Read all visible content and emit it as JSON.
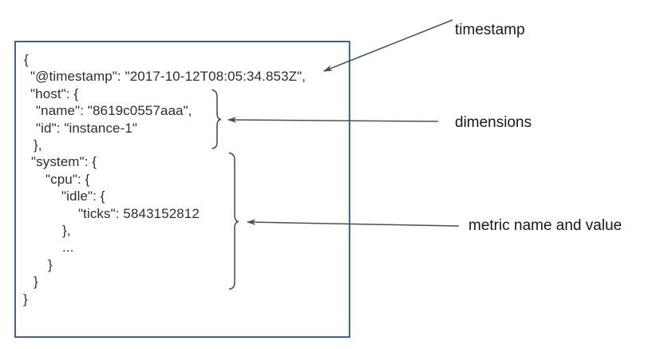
{
  "code": {
    "lines": [
      "{",
      "\"@timestamp\": \"2017-10-12T08:05:34.853Z\",",
      "\"host\": {",
      "\"name\": \"8619c0557aaa\",",
      "\"id\": \"instance-1\"",
      "},",
      "\"system\": {",
      "\"cpu\": {",
      "\"idle\": {",
      "\"ticks\": 5843152812",
      "},",
      "...",
      "}",
      "}",
      "}"
    ]
  },
  "annotations": [
    {
      "label": "timestamp"
    },
    {
      "label": "dimensions"
    },
    {
      "label": "metric name and value"
    }
  ],
  "colors": {
    "box_border": "#44619d",
    "code_text": "#2d2d2f",
    "annotation_text": "#16181c",
    "arrow": "#4b4f5a",
    "brace": "#424653"
  }
}
